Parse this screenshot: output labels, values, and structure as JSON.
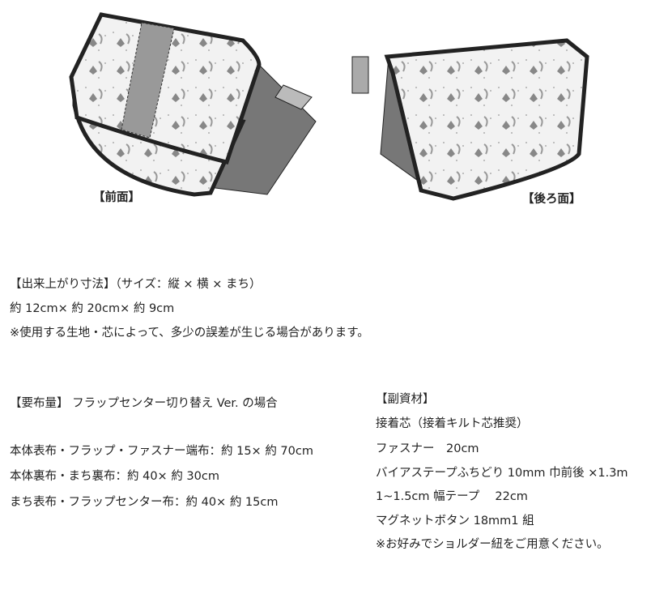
{
  "illustrations": {
    "front_label": "【前面】",
    "back_label": "【後ろ面】"
  },
  "finished_size": {
    "heading": "【出来上がり寸法】（サイズ：縦 × 横 × まち）",
    "value": "約 12cm× 約 20cm× 約 9cm",
    "note": "※使用する生地・芯によって、多少の誤差が生じる場合があります。"
  },
  "fabric_required": {
    "heading": "【要布量】 フラップセンター切り替え Ver. の場合",
    "items": [
      "本体表布・フラップ・ファスナー端布：約 15× 約 70cm",
      "本体裏布・まち裏布：約 40× 約 30cm",
      "まち表布・フラップセンター布：約 40× 約 15cm"
    ]
  },
  "notions": {
    "heading": "【副資材】",
    "items": [
      "接着芯（接着キルト芯推奨）",
      "ファスナー　20cm",
      "バイアステープふちどり 10mm 巾前後 ×1.3m",
      "1~1.5cm 幅テープ　 22cm",
      "マグネットボタン 18mm1 組",
      "※お好みでショルダー紐をご用意ください。"
    ]
  }
}
